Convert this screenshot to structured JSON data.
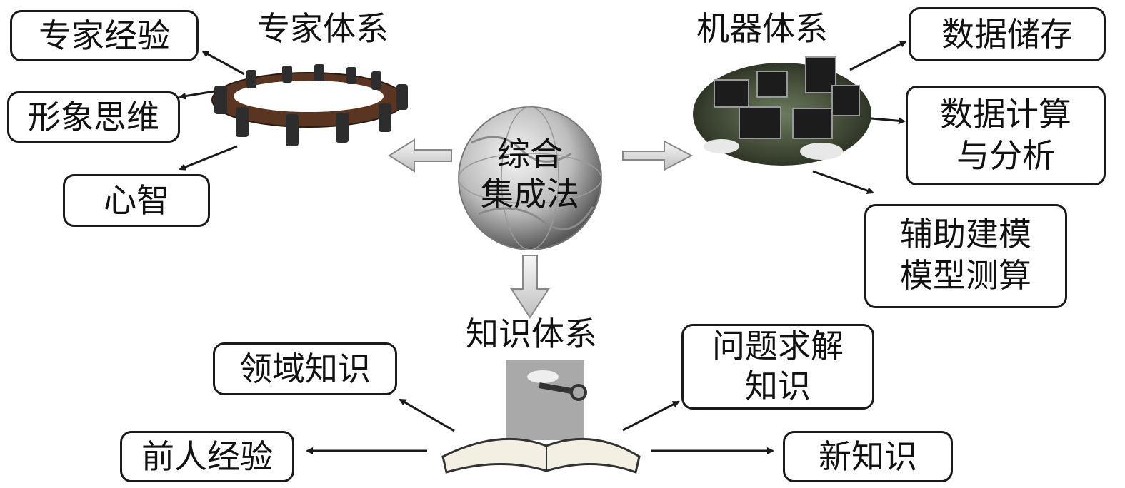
{
  "center": {
    "line1": "综合",
    "line2": "集成法"
  },
  "expert_system": {
    "title": "专家体系",
    "items": [
      "专家经验",
      "形象思维",
      "心智"
    ]
  },
  "machine_system": {
    "title": "机器体系",
    "items": [
      {
        "lines": [
          "数据储存"
        ]
      },
      {
        "lines": [
          "数据计算",
          "与分析"
        ]
      },
      {
        "lines": [
          "辅助建模",
          "模型测算"
        ]
      }
    ]
  },
  "knowledge_system": {
    "title": "知识体系",
    "items": [
      {
        "lines": [
          "领域知识"
        ]
      },
      {
        "lines": [
          "前人经验"
        ]
      },
      {
        "lines": [
          "问题求解",
          "知识"
        ]
      },
      {
        "lines": [
          "新知识"
        ]
      }
    ]
  }
}
